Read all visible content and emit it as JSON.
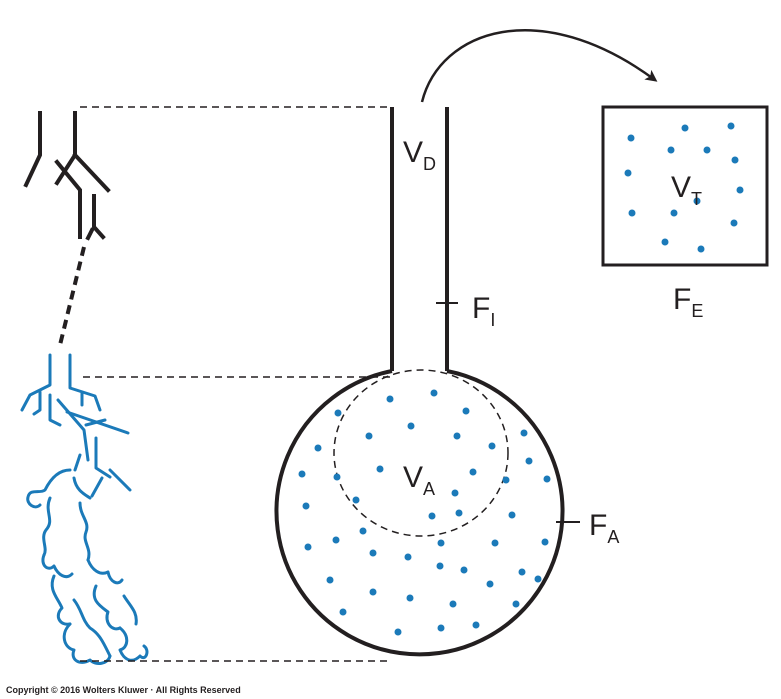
{
  "labels": {
    "dead_space": {
      "main": "V",
      "sub": "D"
    },
    "tidal_volume": {
      "main": "V",
      "sub": "T"
    },
    "alveolar_volume": {
      "main": "V",
      "sub": "A"
    },
    "inspired_fraction": {
      "main": "F",
      "sub": "I"
    },
    "expired_fraction": {
      "main": "F",
      "sub": "E"
    },
    "alveolar_fraction": {
      "main": "F",
      "sub": "A"
    }
  },
  "copyright": "Copyright © 2016 Wolters Kluwer · All Rights Reserved",
  "colors": {
    "ink": "#231f20",
    "airway_blue": "#1b7ab9",
    "dot_blue": "#1b7ab9"
  }
}
